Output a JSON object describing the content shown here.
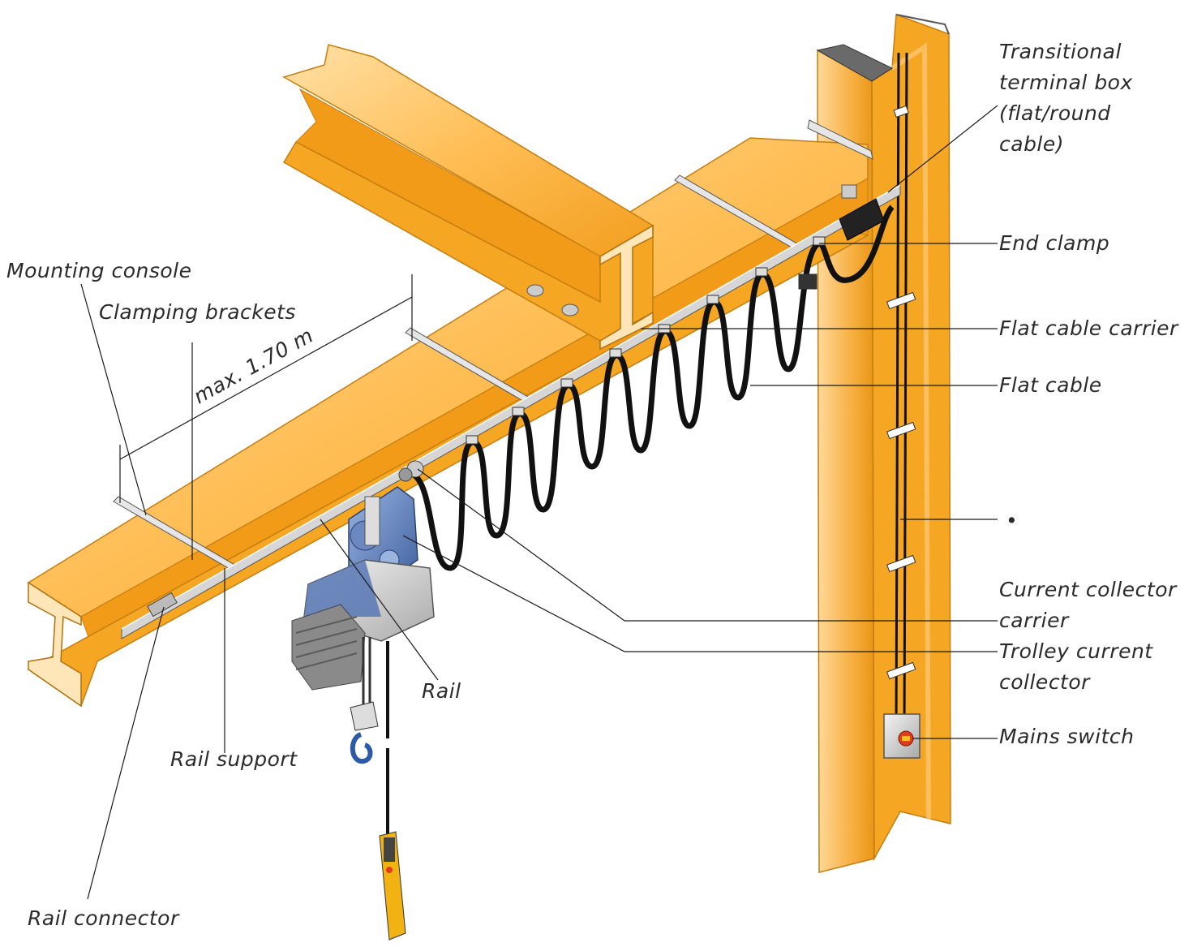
{
  "labels": {
    "transitional_box": [
      "Transitional",
      "terminal box",
      "(flat/round",
      "cable)"
    ],
    "end_clamp": "End clamp",
    "flat_cable_carrier": "Flat cable carrier",
    "flat_cable": "Flat cable",
    "bullet": "•",
    "current_collector_carrier": [
      "Current collector",
      "carrier"
    ],
    "trolley_current_collector": [
      "Trolley current",
      "collector"
    ],
    "mains_switch": "Mains switch",
    "mounting_console": "Mounting console",
    "clamping_brackets": "Clamping brackets",
    "dimension": "max. 1.70 m",
    "rail": "Rail",
    "rail_support": "Rail support",
    "rail_connector": "Rail connector"
  },
  "colors": {
    "steel_orange": "#f5a623",
    "steel_light": "#ffd189",
    "steel_dark": "#d98a12",
    "hoist_blue": "#4f73b0",
    "cable": "#111111",
    "rail_metal": "#d6d6d6"
  }
}
